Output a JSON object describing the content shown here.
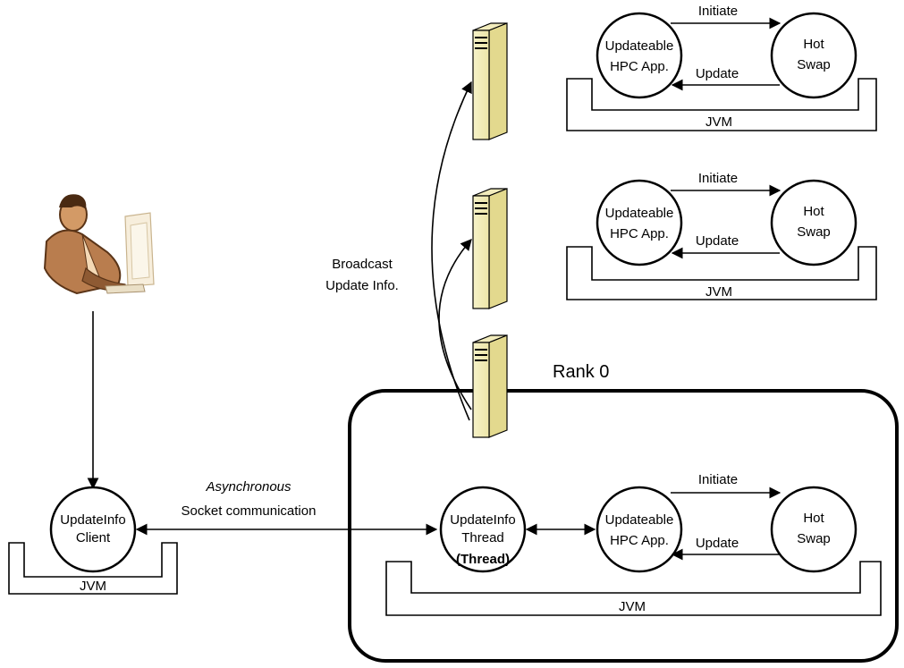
{
  "diagram": {
    "client": {
      "node_line1": "UpdateInfo",
      "node_line2": "Client",
      "jvm": "JVM"
    },
    "socket": {
      "line1": "Asynchronous",
      "line2": "Socket communication"
    },
    "broadcast": {
      "line1": "Broadcast",
      "line2": "Update Info."
    },
    "rank0_label": "Rank 0",
    "rank0": {
      "thread_line1": "UpdateInfo",
      "thread_line2": "Thread",
      "thread_line3": "(Thread)",
      "app_line1": "Updateable",
      "app_line2": "HPC App.",
      "swap_line1": "Hot",
      "swap_line2": "Swap",
      "initiate": "Initiate",
      "update": "Update",
      "jvm": "JVM"
    },
    "node_top": {
      "app_line1": "Updateable",
      "app_line2": "HPC App.",
      "swap_line1": "Hot",
      "swap_line2": "Swap",
      "initiate": "Initiate",
      "update": "Update",
      "jvm": "JVM"
    },
    "node_mid": {
      "app_line1": "Updateable",
      "app_line2": "HPC App.",
      "swap_line1": "Hot",
      "swap_line2": "Swap",
      "initiate": "Initiate",
      "update": "Update",
      "jvm": "JVM"
    }
  }
}
